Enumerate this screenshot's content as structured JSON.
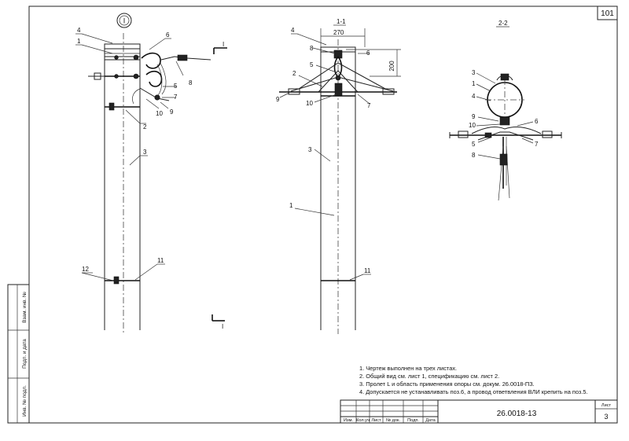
{
  "sheet": {
    "top_right_number": "101",
    "document_code": "26.0018-13",
    "sheet_label": "Лист",
    "sheet_number": "3"
  },
  "views": {
    "front_marker": "I",
    "section_1_title": "1-1",
    "section_2_title": "2-2",
    "section_mark": "I",
    "dim_width": "270",
    "dim_height": "200"
  },
  "front_callouts": [
    "1",
    "2",
    "3",
    "4",
    "5",
    "6",
    "7",
    "8",
    "9",
    "10",
    "11",
    "12"
  ],
  "section1_callouts": [
    "1",
    "2",
    "3",
    "4",
    "5",
    "6",
    "7",
    "8",
    "9",
    "10",
    "11"
  ],
  "section2_callouts": [
    "1",
    "3",
    "4",
    "5",
    "6",
    "7",
    "8",
    "9",
    "10"
  ],
  "notes": [
    "1. Чертеж выполнен на трех листах.",
    "2. Общий вид см. лист 1, спецификацию см. лист 2.",
    "3. Пролет L и область применения опоры см. докум. 26.0018-ПЗ.",
    "4. Допускается не устанавливать поз.6, а провод ответвления ВЛИ крепить на поз.5."
  ],
  "side_stamp": [
    "Взам. инв. №",
    "Подп. и дата",
    "Инв. № подл."
  ],
  "title_block_columns": [
    "Изм.",
    "Кол.уч",
    "Лист",
    "№ док.",
    "Подп.",
    "Дата"
  ]
}
